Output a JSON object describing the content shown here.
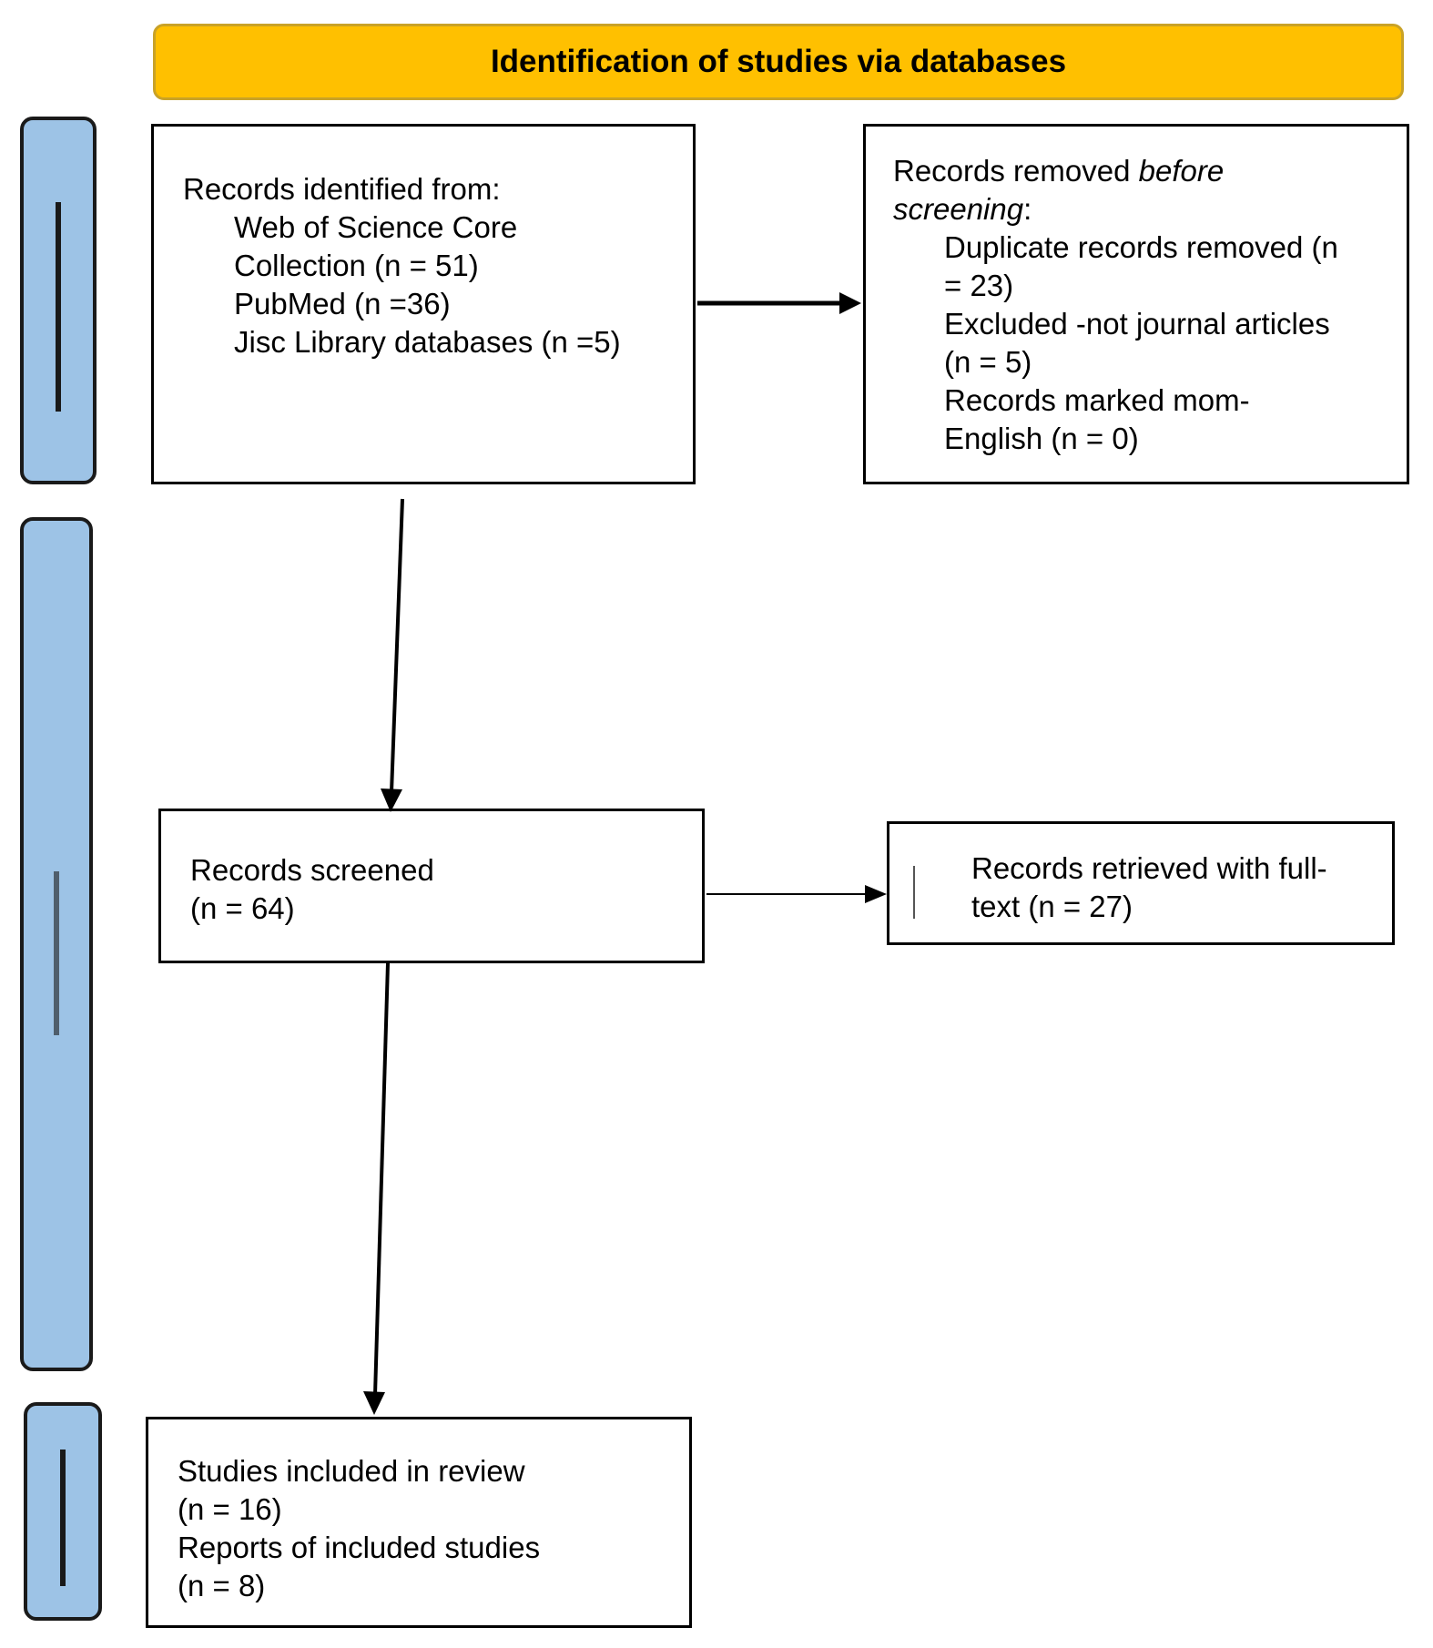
{
  "header": {
    "title": "Identification of studies via databases"
  },
  "phases": [
    {
      "id": "identification",
      "label": ""
    },
    {
      "id": "screening",
      "label": ""
    },
    {
      "id": "included",
      "label": ""
    }
  ],
  "identified": {
    "heading": "Records identified from:",
    "lines": [
      "Web of Science Core",
      "Collection (n = 51)",
      "PubMed (n =36)",
      "Jisc Library databases (n =5)"
    ]
  },
  "removed": {
    "heading_prefix": "Records removed ",
    "heading_italic_1": "before",
    "heading_italic_2": "screening",
    "heading_suffix": ":",
    "lines": [
      "Duplicate records removed (n",
      "= 23)",
      "Excluded -not journal articles",
      "(n = 5)",
      "Records marked mom-",
      "English (n = 0)"
    ]
  },
  "screened": {
    "lines": [
      "Records screened",
      "(n = 64)"
    ]
  },
  "retrieved": {
    "lines": [
      "Records retrieved with full-",
      "text (n = 27)"
    ]
  },
  "included": {
    "lines": [
      "Studies included in review",
      "(n = 16)",
      "Reports of included studies",
      "(n = 8)"
    ]
  },
  "colors": {
    "header_fill": "#FFC000",
    "phase_fill": "#9DC3E6"
  }
}
